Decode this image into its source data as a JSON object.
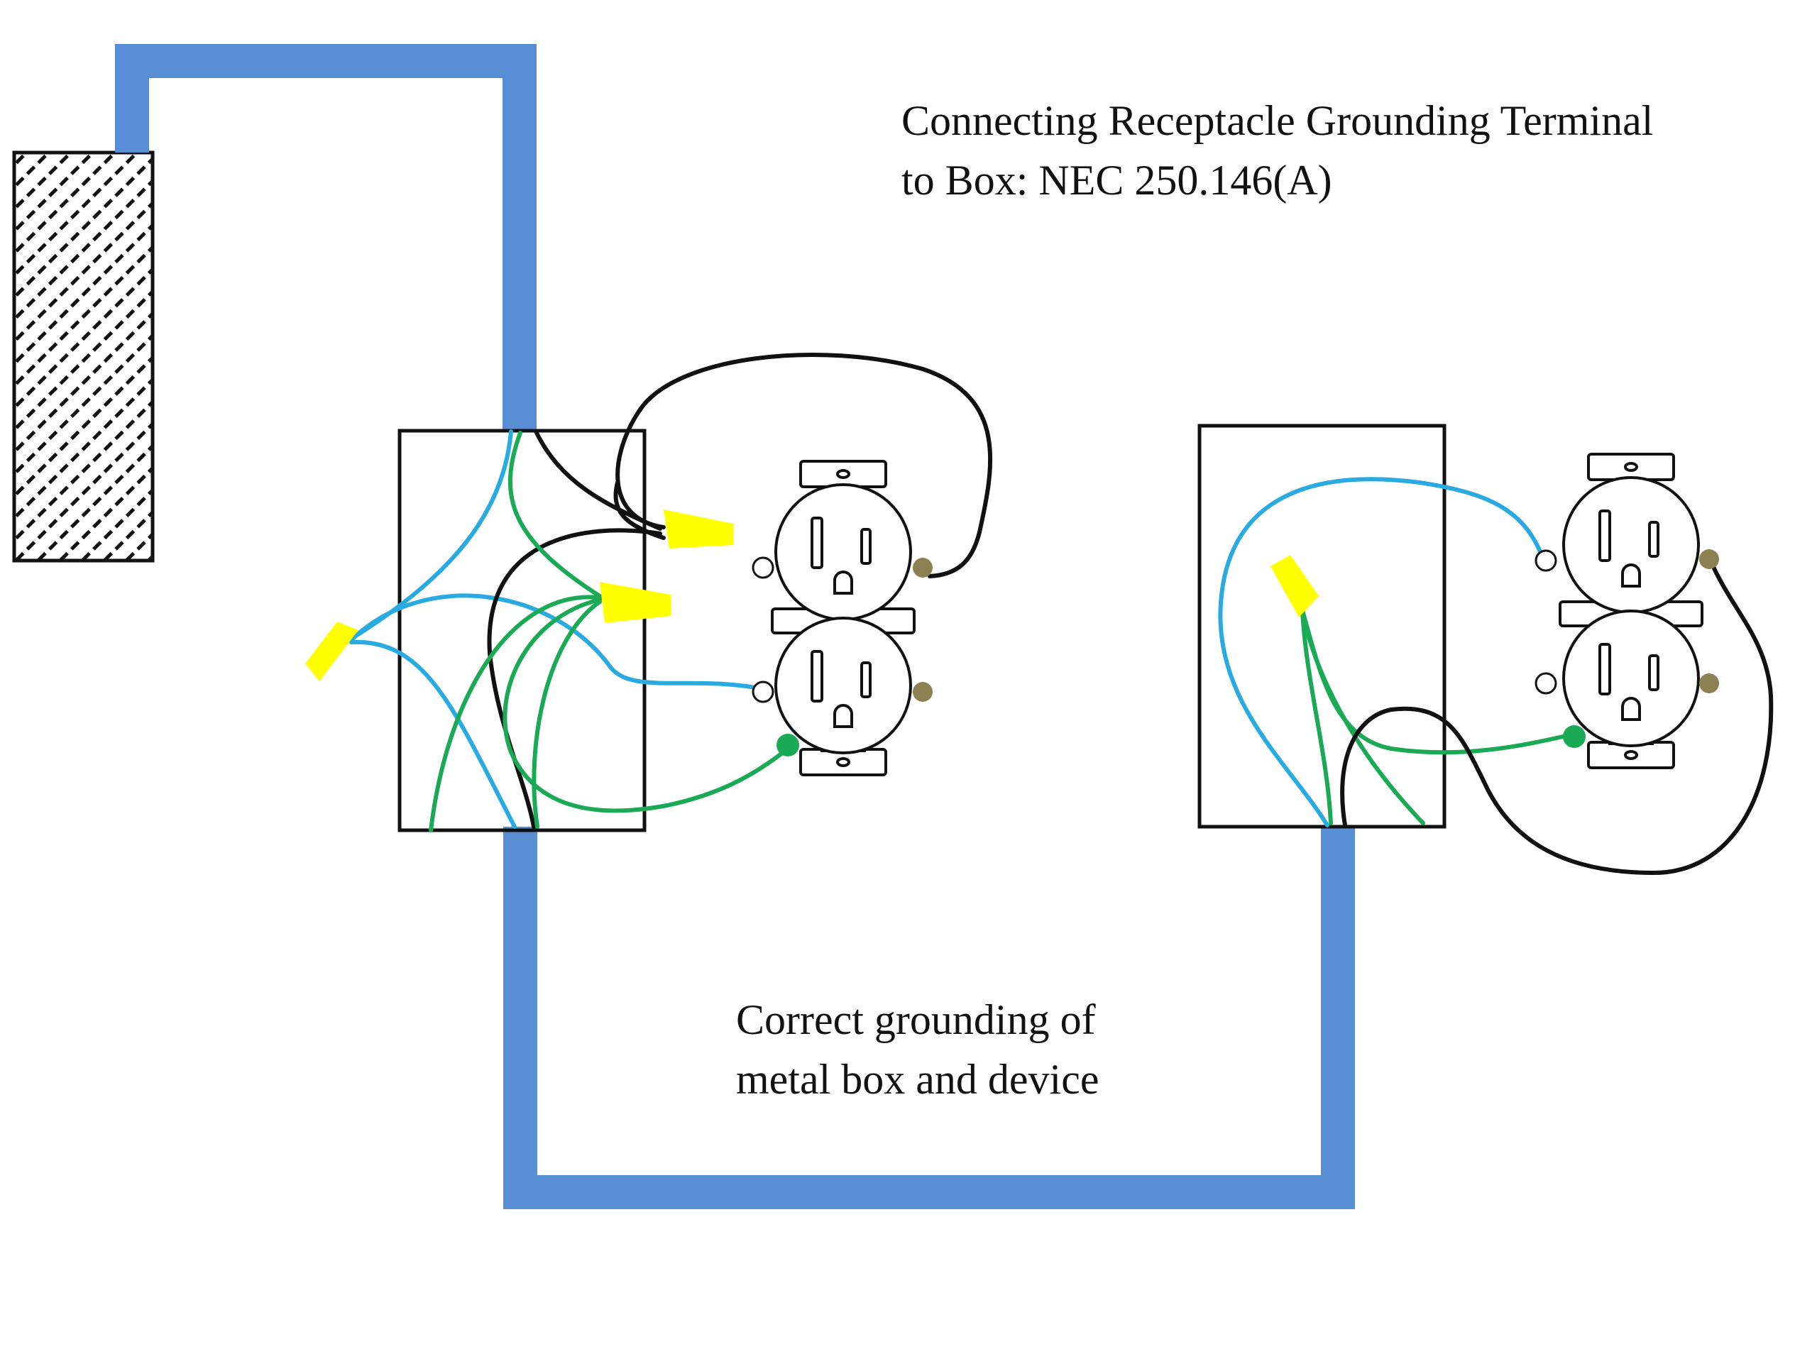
{
  "title": {
    "line1": "Connecting Receptacle Grounding Terminal",
    "line2": "to Box: NEC 250.146(A)"
  },
  "caption": {
    "line1": "Correct grounding of",
    "line2": "metal box and device"
  },
  "colors": {
    "conduit": "#588ed4",
    "hot": "#111111",
    "neutral": "#29abe2",
    "ground": "#1aaa55",
    "wire_nut": "#ffff00",
    "brass_screw": "#8c8152",
    "green_screw": "#1aaa55",
    "panel_hatch": "#111111",
    "box_outline": "#111111"
  }
}
